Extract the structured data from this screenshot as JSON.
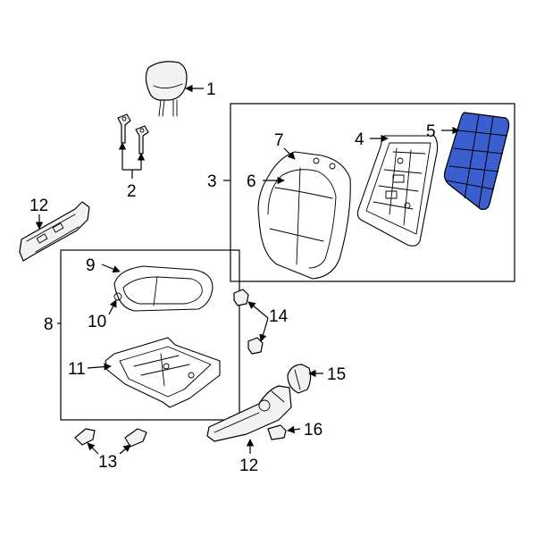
{
  "colors": {
    "highlight_part": "#3b5fcf",
    "line": "#000000",
    "background": "#ffffff"
  },
  "callouts": {
    "c1": "1",
    "c2": "2",
    "c3": "3",
    "c4": "4",
    "c5": "5",
    "c6": "6",
    "c7": "7",
    "c8": "8",
    "c9": "9",
    "c10": "10",
    "c11": "11",
    "c12a": "12",
    "c12b": "12",
    "c13": "13",
    "c14": "14",
    "c15": "15",
    "c16": "16"
  },
  "highlighted_callout": "5"
}
